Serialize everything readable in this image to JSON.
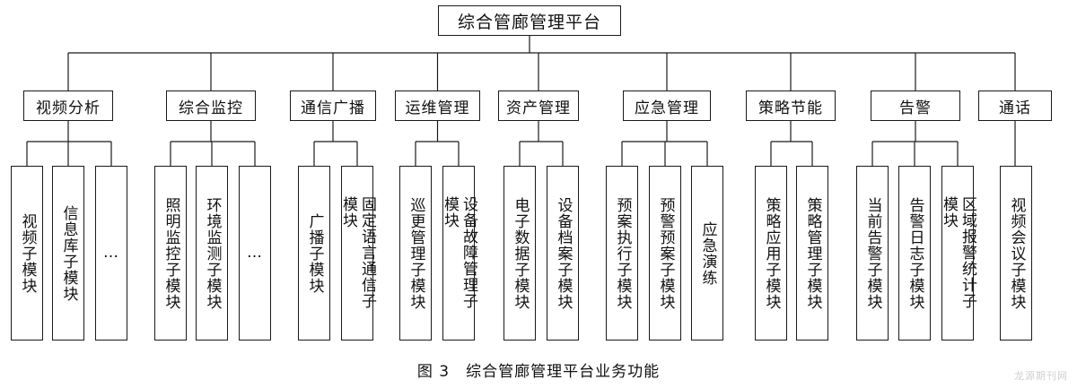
{
  "root": {
    "label": "综合管廊管理平台"
  },
  "categories": [
    {
      "label": "视频分析",
      "children": [
        "视频子模块",
        "信息库子模块",
        "…"
      ]
    },
    {
      "label": "综合监控",
      "children": [
        "照明监控子模块",
        "环境监测子模块",
        "…"
      ]
    },
    {
      "label": "通信广播",
      "children": [
        "广播子模块",
        "固定语言通信子模块"
      ]
    },
    {
      "label": "运维管理",
      "children": [
        "巡更管理子模块",
        "设备故障管理子模块"
      ]
    },
    {
      "label": "资产管理",
      "children": [
        "电子数据子模块",
        "设备档案子模块"
      ]
    },
    {
      "label": "应急管理",
      "children": [
        "预案执行子模块",
        "预警预案子模块",
        "应急演练"
      ]
    },
    {
      "label": "策略节能",
      "children": [
        "策略应用子模块",
        "策略管理子模块"
      ]
    },
    {
      "label": "告警",
      "children": [
        "当前告警子模块",
        "告警日志子模块",
        "区域报警统计子模块"
      ]
    },
    {
      "label": "通话",
      "children": [
        "视频会议子模块"
      ]
    }
  ],
  "caption": "图 3　综合管廊管理平台业务功能",
  "watermark": "龙源期刊网"
}
